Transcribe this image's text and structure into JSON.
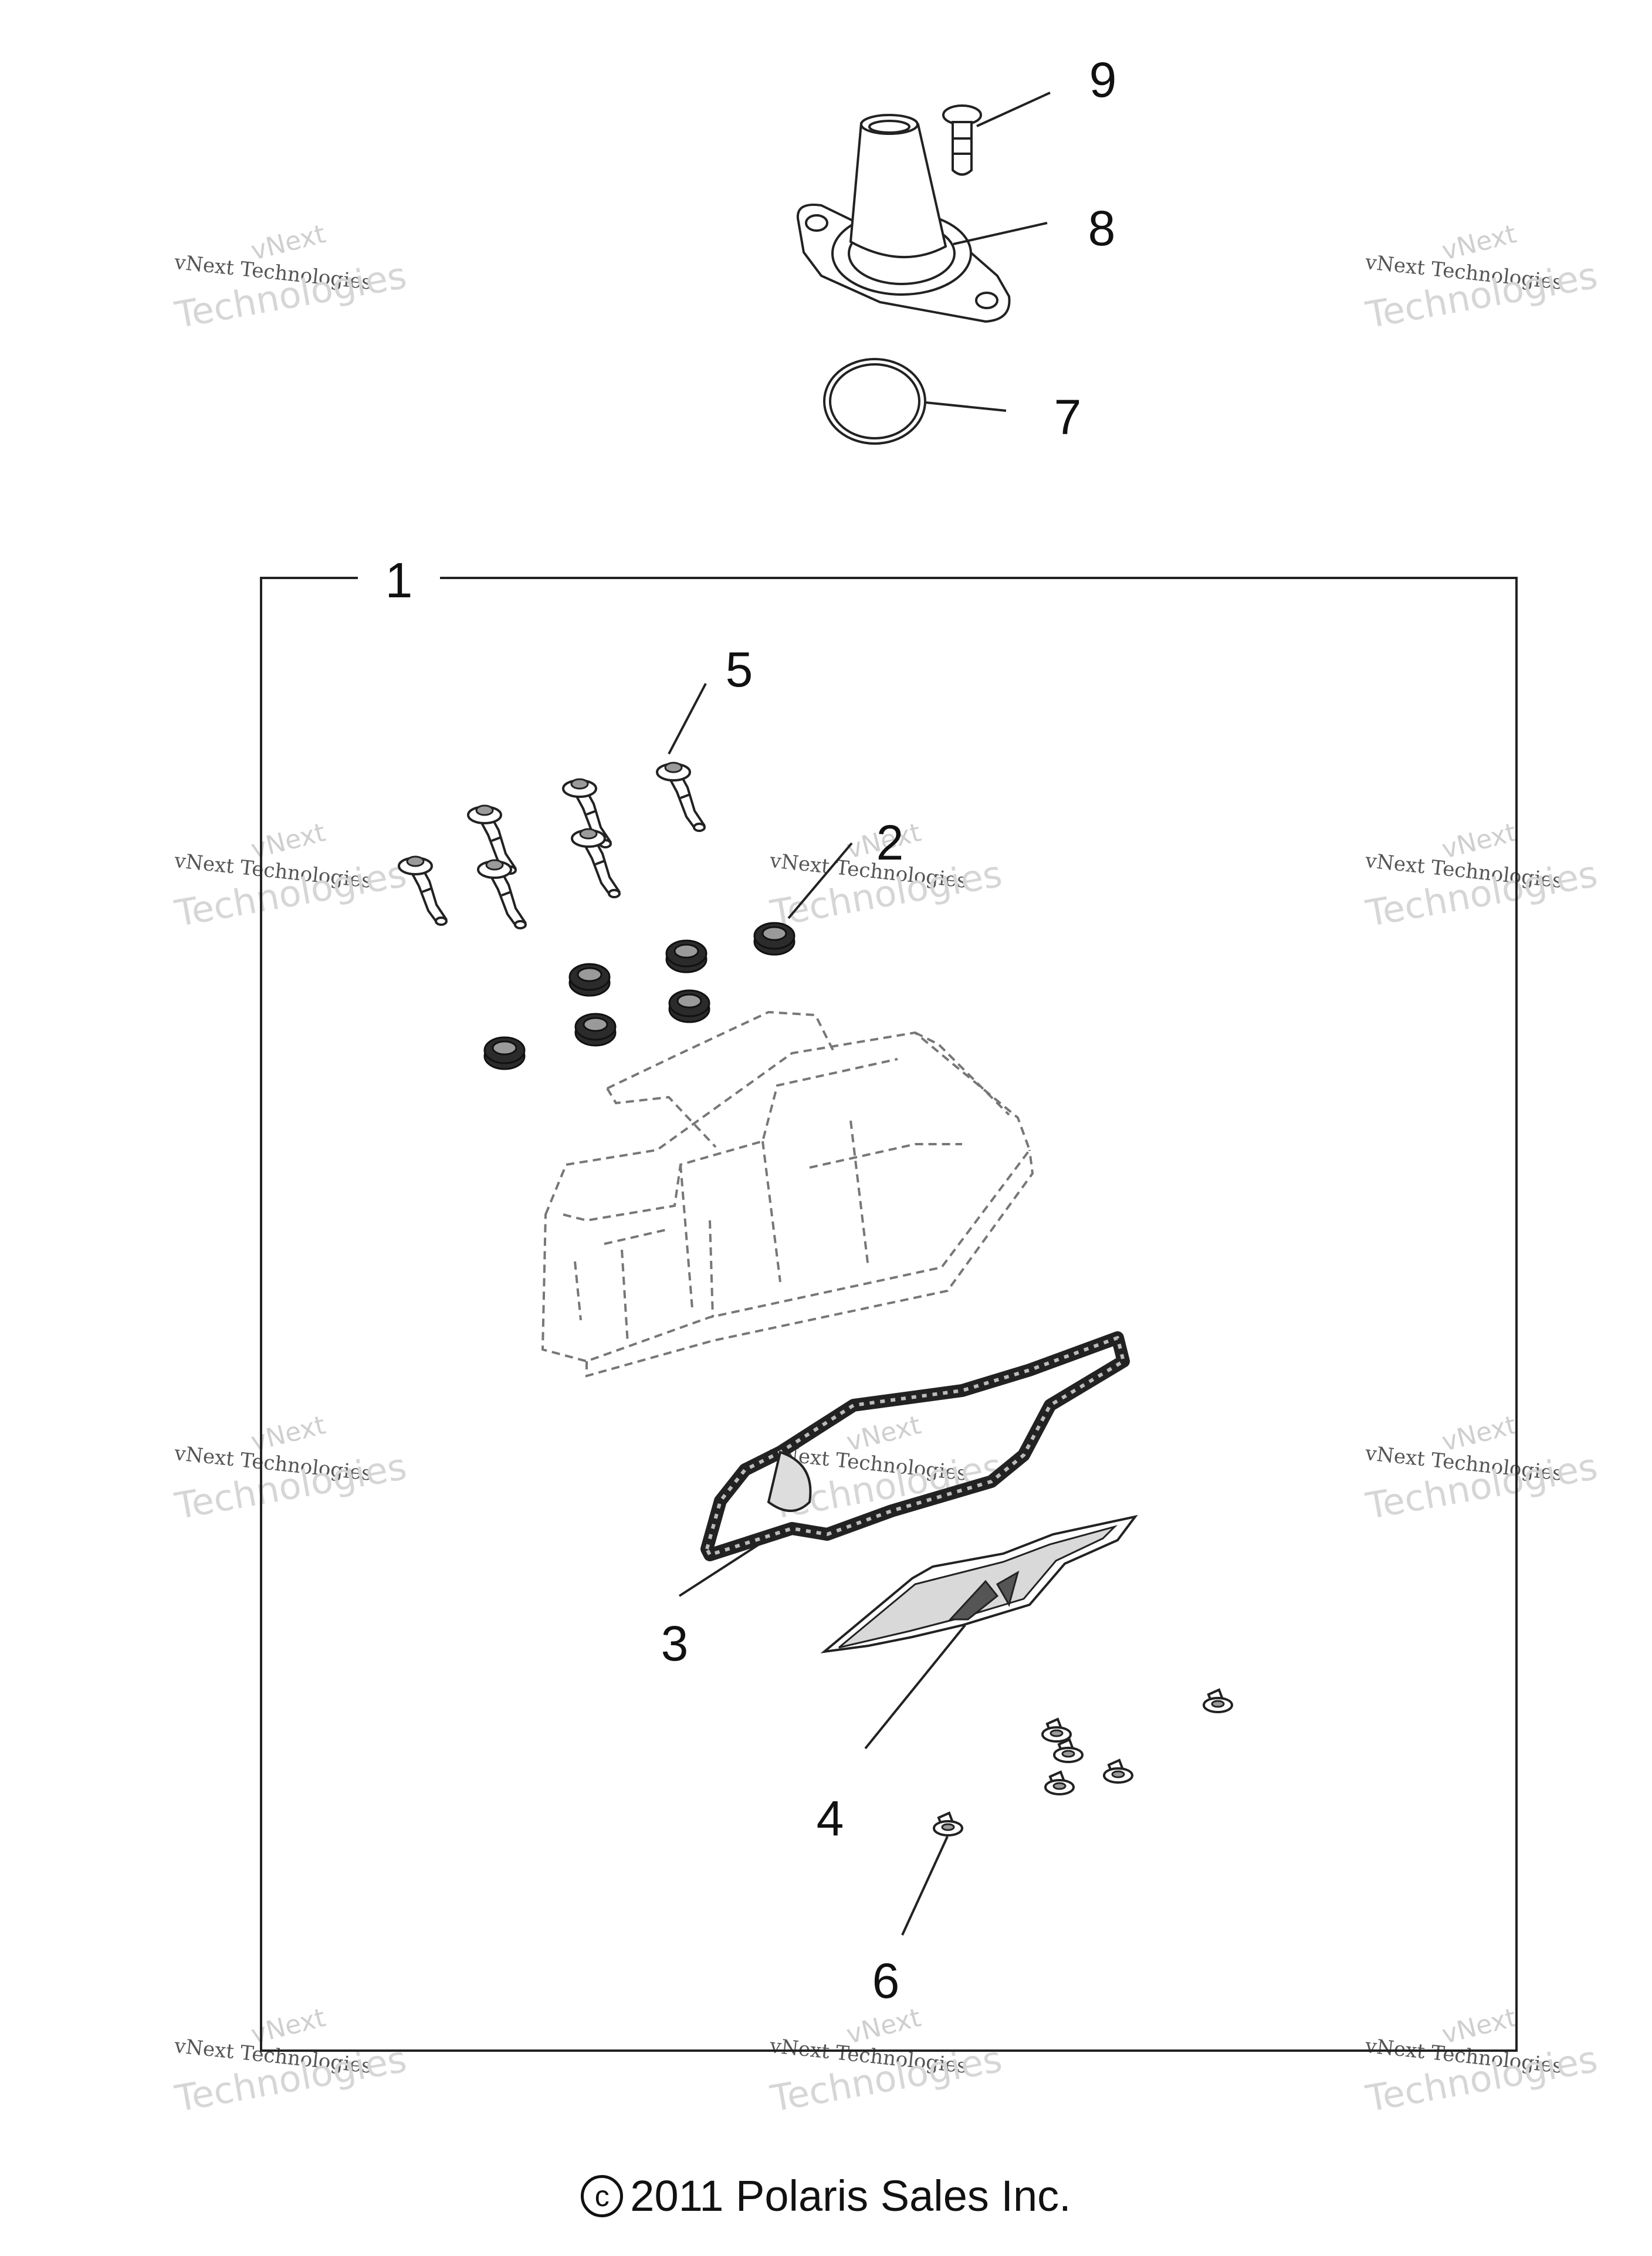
{
  "diagram": {
    "callouts": {
      "c1": "1",
      "c2": "2",
      "c3": "3",
      "c4": "4",
      "c5": "5",
      "c6": "6",
      "c7": "7",
      "c8": "8",
      "c9": "9"
    },
    "watermark": {
      "line1": "vNext",
      "line2": "vNext Technologies",
      "line3": "Technologies"
    },
    "copyright": {
      "symbol": "c",
      "text": "2011 Polaris Sales Inc."
    }
  }
}
